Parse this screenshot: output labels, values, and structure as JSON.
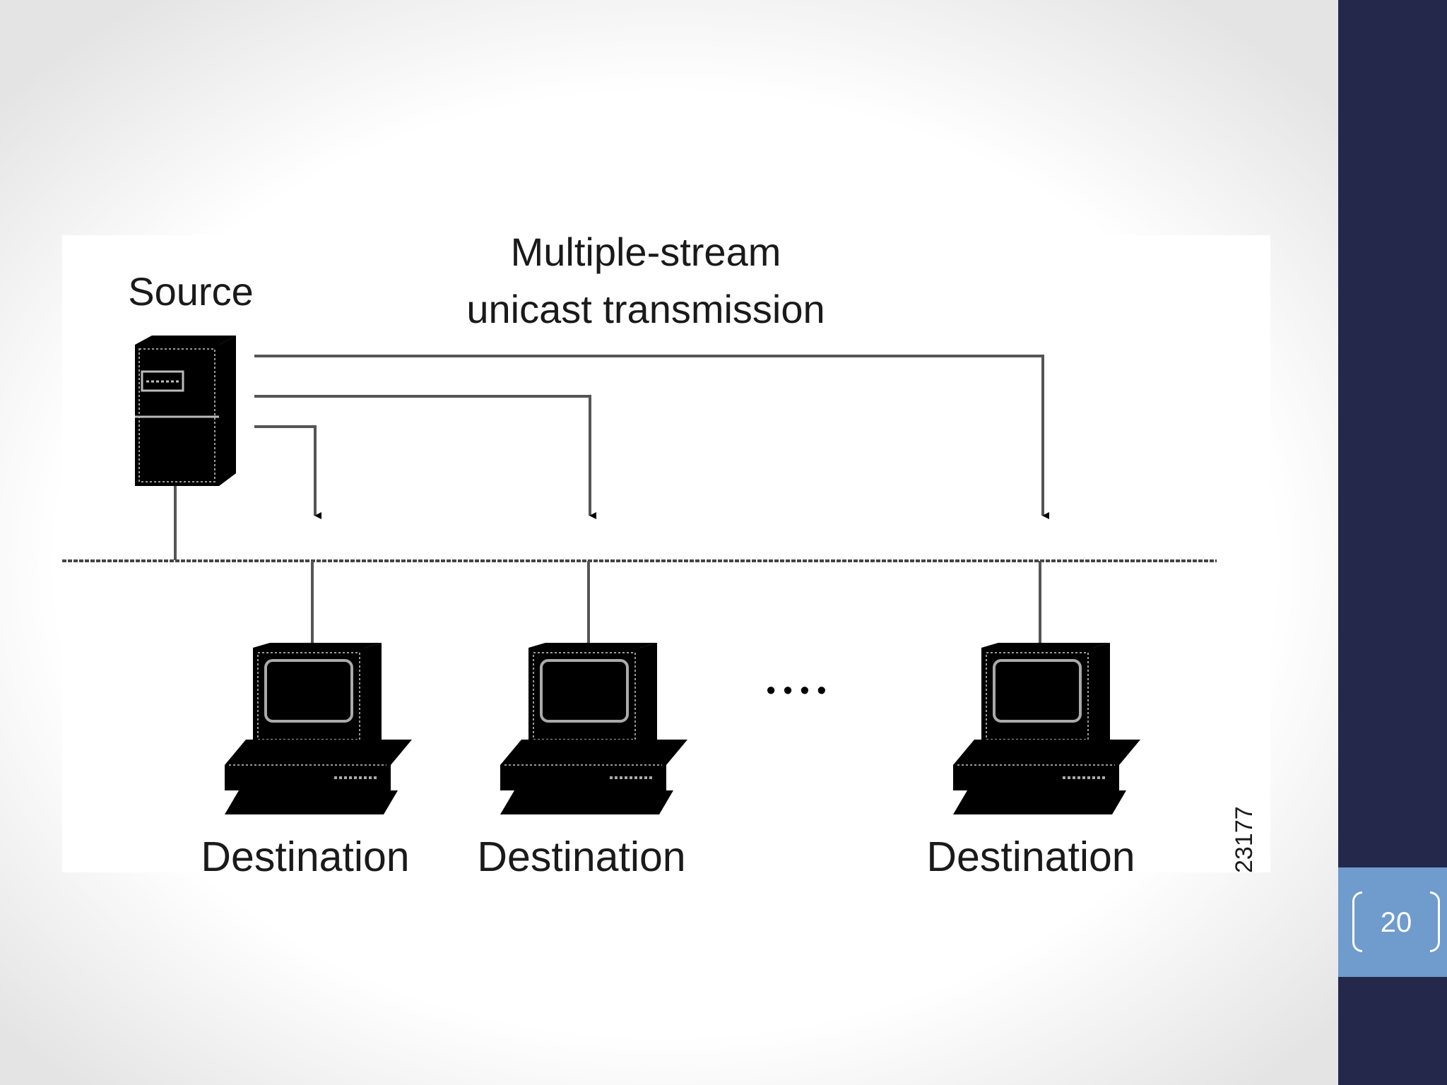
{
  "diagram": {
    "title_line1": "Multiple-stream",
    "title_line2": "unicast transmission",
    "source_label": "Source",
    "destinations": [
      {
        "label": "Destination"
      },
      {
        "label": "Destination"
      },
      {
        "label": "Destination"
      }
    ],
    "ellipsis": "• • • •",
    "figure_id": "23177"
  },
  "slide": {
    "page_number": "20"
  },
  "colors": {
    "sidebar": "#24284a",
    "page_badge": "#6f9bcd",
    "diagram_ink": "#000000",
    "line": "#555555"
  }
}
